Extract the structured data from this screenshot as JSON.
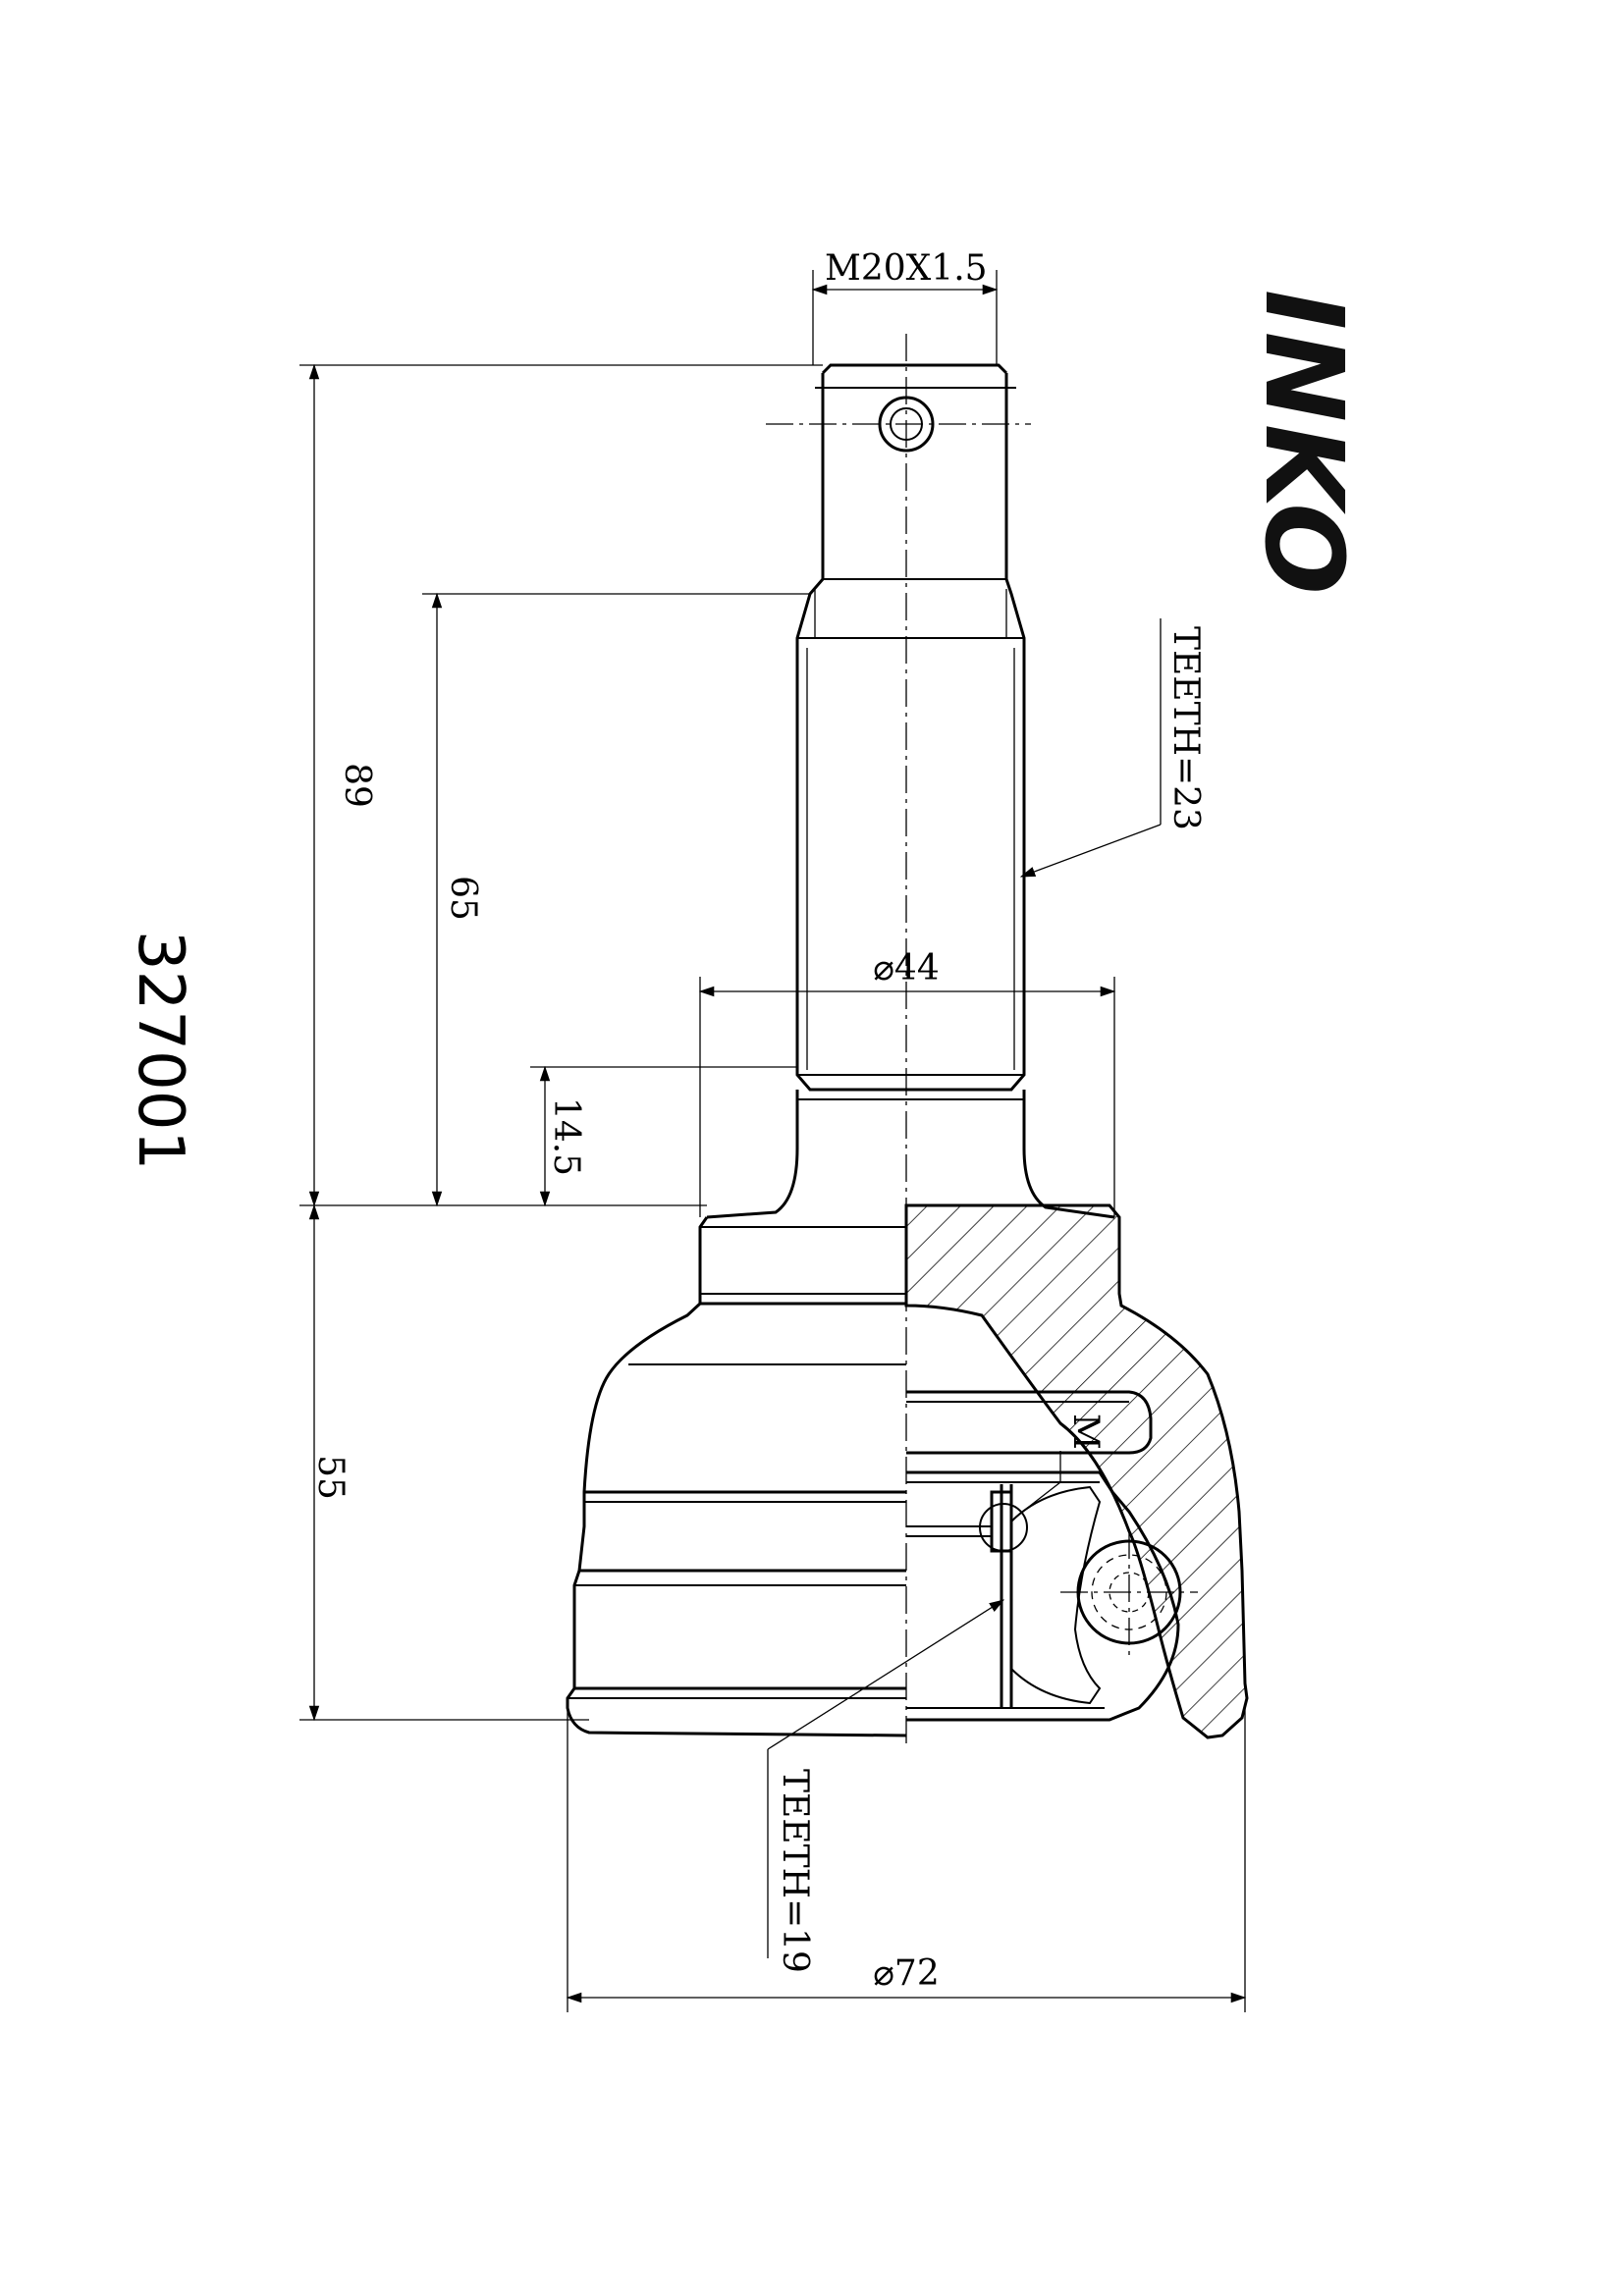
{
  "part_number": "327001",
  "brand": "INKO",
  "dimensions": {
    "thread": "M20X1.5",
    "total_length": "89",
    "shaft_length": "65",
    "shoulder": "14.5",
    "body_length": "55",
    "shoulder_diameter": "⌀44",
    "outer_diameter": "⌀72"
  },
  "annotations": {
    "shaft_teeth": "TEETH=23",
    "inner_teeth": "TEETH=19",
    "detail_mark": "M"
  }
}
